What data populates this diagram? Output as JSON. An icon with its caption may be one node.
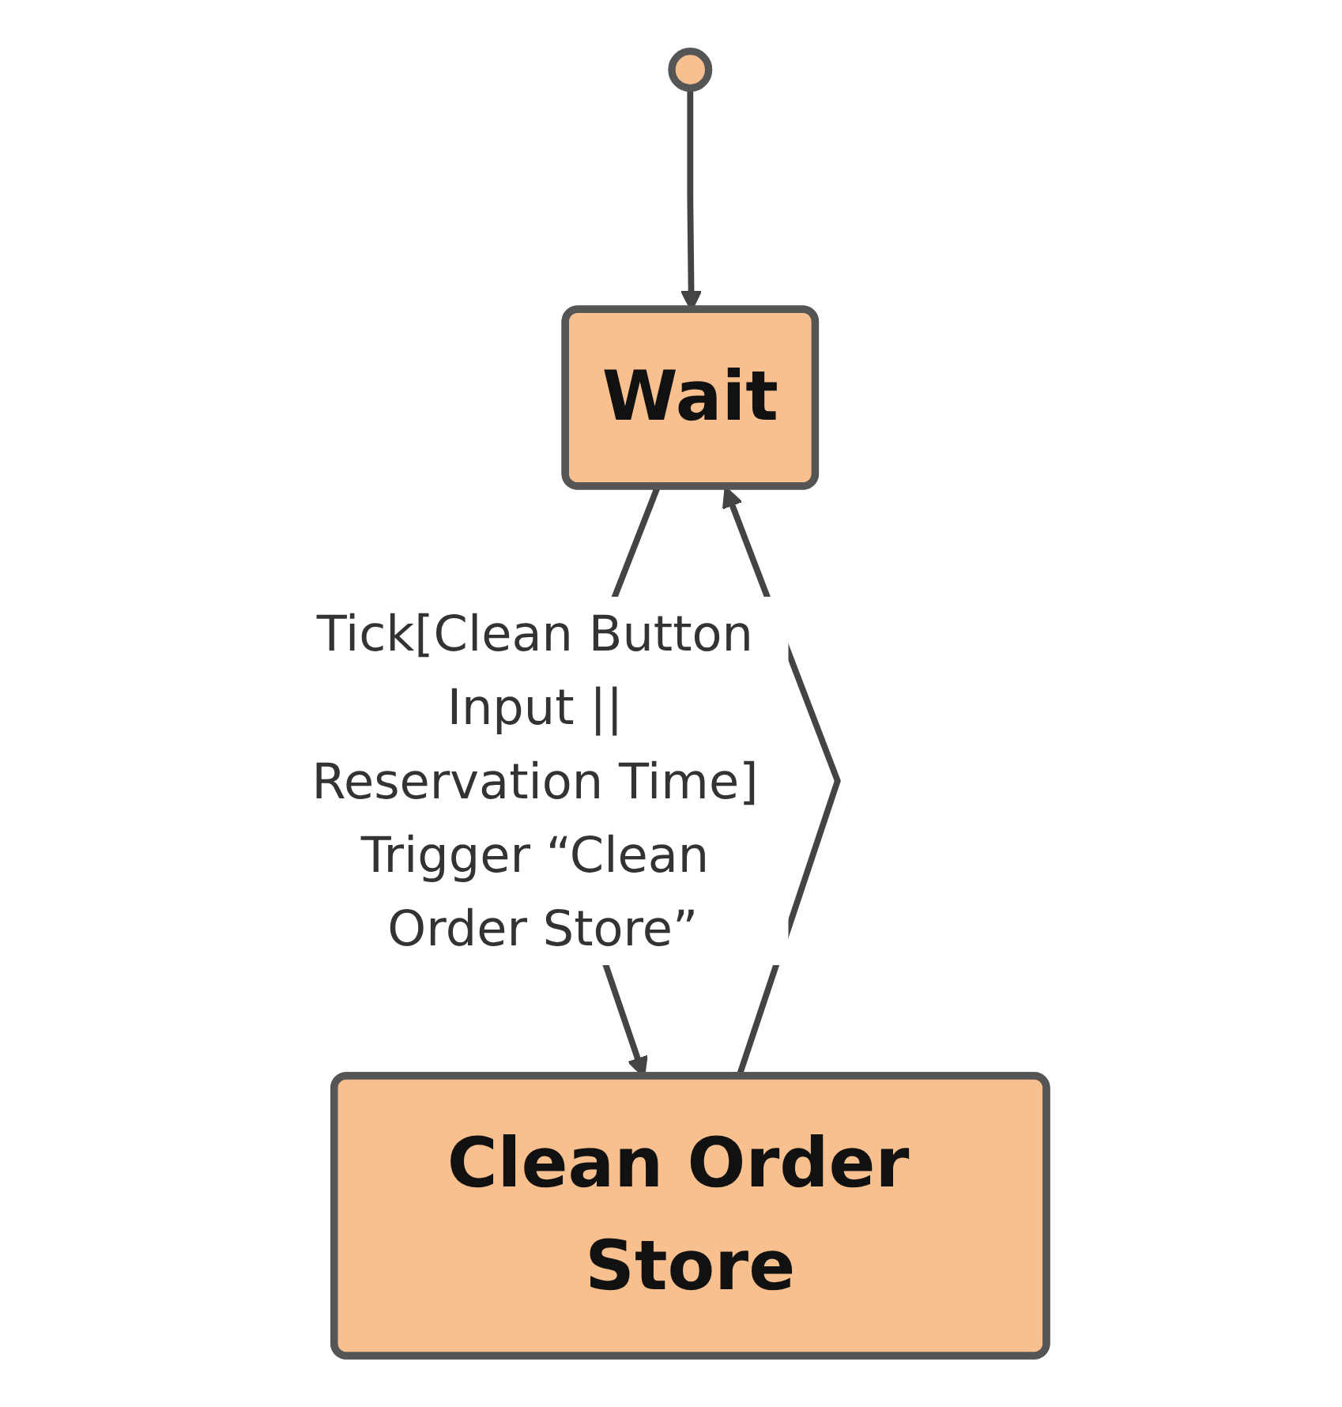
{
  "diagram": {
    "nodes": [
      {
        "text": [],
        "shape": "circle"
      },
      {
        "text": [
          "Wait"
        ]
      },
      {
        "text": [
          "Clean Order Store"
        ]
      }
    ],
    "edges": [
      {
        "from": 0,
        "to": 1,
        "arrow": "to"
      },
      {
        "from": 1,
        "to": 2,
        "arrow": "to",
        "label": "Tick[Clean Button Input || Reservation Time] Trigger “Clean Order Store”"
      },
      {
        "from": 2,
        "to": 1,
        "arrow": "to"
      }
    ]
  }
}
